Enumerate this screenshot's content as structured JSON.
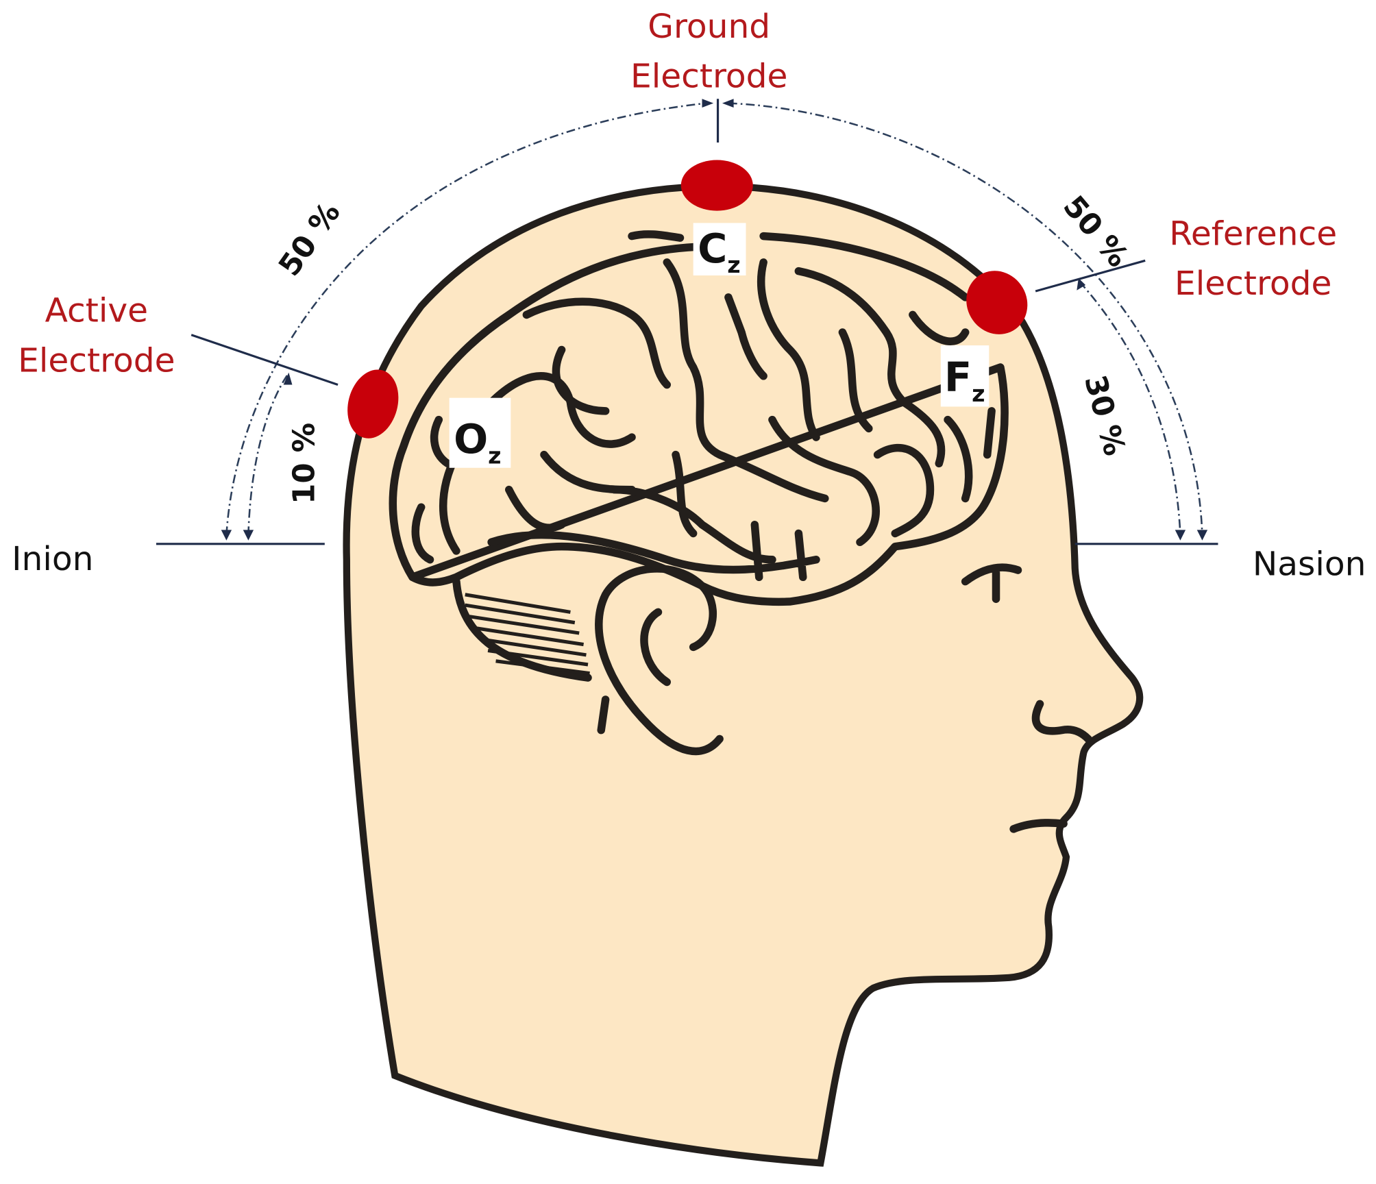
{
  "labels": {
    "ground": [
      "Ground",
      "Electrode"
    ],
    "reference": [
      "Reference",
      "Electrode"
    ],
    "active": [
      "Active",
      "Electrode"
    ],
    "inion": "Inion",
    "nasion": "Nasion"
  },
  "sites": {
    "cz": {
      "letter": "C",
      "sub": "z"
    },
    "oz": {
      "letter": "O",
      "sub": "z"
    },
    "fz": {
      "letter": "F",
      "sub": "z"
    }
  },
  "percentages": {
    "left_upper": "50 %",
    "left_lower": "10 %",
    "right_upper": "50 %",
    "right_lower": "30 %"
  },
  "colors": {
    "electrode": "#c8000a",
    "skin": "#fde7c4",
    "label": "#b3191c"
  }
}
